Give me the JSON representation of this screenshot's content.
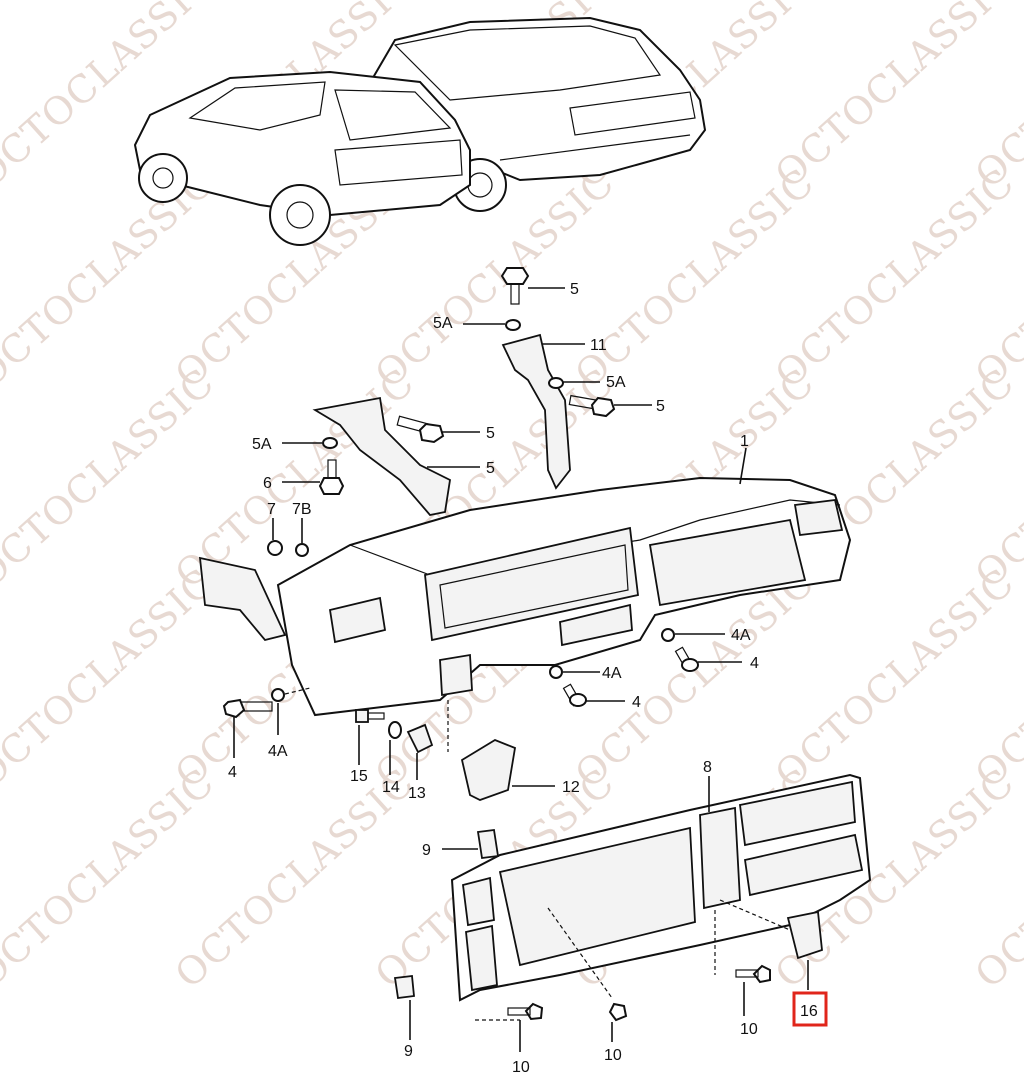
{
  "watermark": "OCTOCLASSIC",
  "highlight": "16",
  "labels": [
    "5",
    "5A",
    "11",
    "5A",
    "5",
    "5A",
    "5",
    "6",
    "5",
    "1",
    "7",
    "7B",
    "4A",
    "4",
    "4A",
    "4",
    "4",
    "4A",
    "15",
    "14",
    "13",
    "12",
    "8",
    "9",
    "9",
    "10",
    "10",
    "10",
    "16"
  ]
}
